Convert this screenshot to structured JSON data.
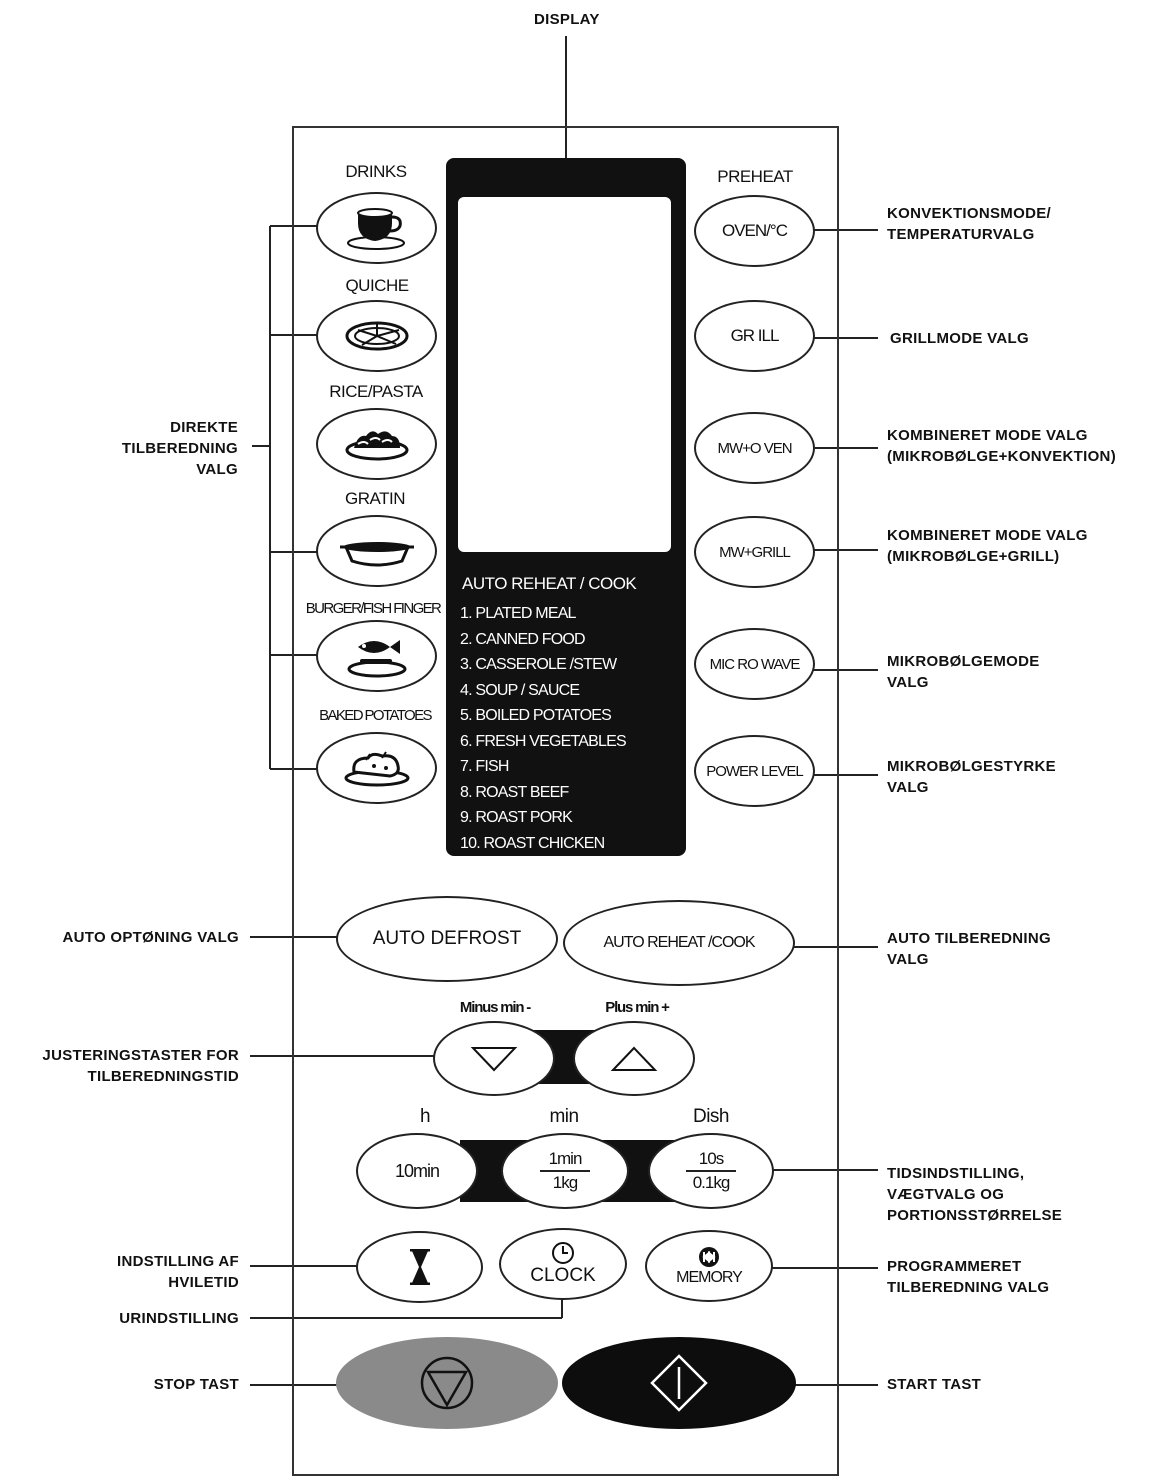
{
  "title_label": "DISPLAY",
  "callouts": {
    "direkte": [
      "DIREKTE",
      "TILBEREDNING",
      "VALG"
    ],
    "konvektion": [
      "KONVEKTIONSMODE/",
      "TEMPERATURVALG"
    ],
    "grillmode": [
      "GRILLMODE  VALG"
    ],
    "komb_konv": [
      "KOMBINERET MODE  VALG",
      "(MIKROBØLGE+KONVEKTION)"
    ],
    "komb_grill": [
      "KOMBINERET MODE  VALG",
      "(MIKROBØLGE+GRILL)"
    ],
    "mikrobolge": [
      "MIKROBØLGEMODE",
      "VALG"
    ],
    "styrke": [
      "MIKROBØLGESTYRKE",
      "VALG"
    ],
    "auto_optoning": [
      "AUTO OPTØNING VALG"
    ],
    "auto_tilberedning": [
      "AUTO TILBEREDNING",
      "VALG"
    ],
    "justering": [
      "JUSTERINGSTASTER FOR",
      "TILBEREDNINGSTID"
    ],
    "tidsindstilling": [
      "TIDSINDSTILLING,",
      "VÆGTVALG OG",
      "PORTIONSSTØRRELSE"
    ],
    "hviletid": [
      "INDSTILLING AF",
      "HVILETID"
    ],
    "programmeret": [
      "PROGRAMMERET",
      "TILBEREDNING  VALG"
    ],
    "urindstilling": [
      "URINDSTILLING"
    ],
    "stop": [
      "STOP TAST"
    ],
    "start": [
      "START TAST"
    ]
  },
  "left_buttons": [
    {
      "label": "DRINKS",
      "icon": "cup-icon"
    },
    {
      "label": "QUICHE",
      "icon": "quiche-icon"
    },
    {
      "label": "RICE/PASTA",
      "icon": "rice-pasta-icon"
    },
    {
      "label": "GRATIN",
      "icon": "gratin-icon"
    },
    {
      "label": "BURGER/FISH FINGER",
      "icon": "fish-icon"
    },
    {
      "label": "BAKED POTATOES",
      "icon": "potato-icon"
    }
  ],
  "right_buttons": {
    "preheat_label": "PREHEAT",
    "oven": "OVEN/°C",
    "grill": "GR ILL",
    "mw_oven": "MW+O VEN",
    "mw_grill": "MW+GRILL",
    "microwave": "MIC RO WAVE",
    "power_level": "POWER LEVEL"
  },
  "display_menu": {
    "title": "AUTO REHEAT / COOK",
    "items": [
      "1. PLATED MEAL",
      "2. CANNED FOOD",
      "3. CASSEROLE /STEW",
      "4. SOUP / SAUCE",
      "5. BOILED POTATOES",
      "6. FRESH VEGETABLES",
      "7. FISH",
      "8. ROAST BEEF",
      "9. ROAST PORK",
      "10. ROAST CHICKEN"
    ]
  },
  "auto": {
    "defrost": "AUTO DEFROST",
    "reheat": "AUTO REHEAT /COOK"
  },
  "adjust": {
    "minus": "Minus min -",
    "plus": "Plus min +"
  },
  "time": {
    "h_label": "h",
    "min_label": "min",
    "dish_label": "Dish",
    "btn_10min": "10min",
    "btn_1min": "1min",
    "btn_1kg": "1kg",
    "btn_10s": "10s",
    "btn_01kg": "0.1kg"
  },
  "clock_label": "CLOCK",
  "memory_label": "MEMORY",
  "colors": {
    "stop": "#8a8a8a",
    "start": "#0d0d0d",
    "display": "#111111"
  }
}
